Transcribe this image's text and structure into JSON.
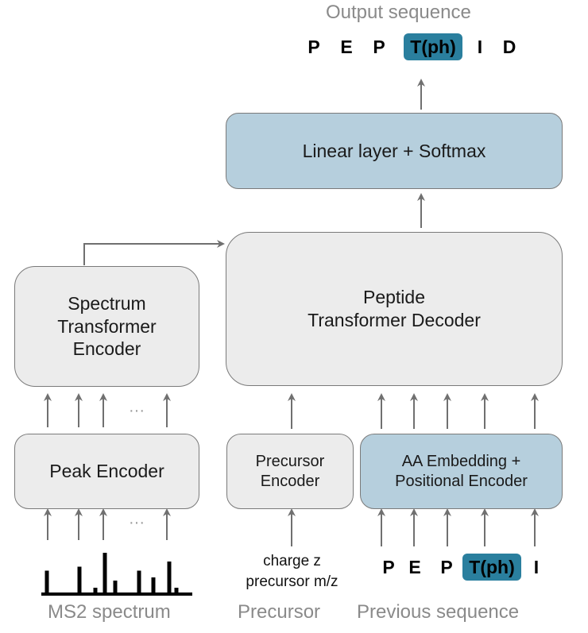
{
  "output": {
    "caption": "Output sequence",
    "tokens": [
      "P",
      "E",
      "P",
      "T(ph)",
      "I",
      "D"
    ],
    "highlighted_token_index": 3,
    "highlight_color": "#2a7f9e"
  },
  "blocks": {
    "linear_softmax": "Linear layer + Softmax",
    "decoder_line1": "Peptide",
    "decoder_line2": "Transformer Decoder",
    "spectrum_encoder_line1": "Spectrum",
    "spectrum_encoder_line2": "Transformer",
    "spectrum_encoder_line3": "Encoder",
    "peak_encoder": "Peak Encoder",
    "precursor_encoder_line1": "Precursor",
    "precursor_encoder_line2": "Encoder",
    "aa_embedding_line1": "AA Embedding +",
    "aa_embedding_line2": "Positional Encoder"
  },
  "inputs": {
    "ms2_caption": "MS2 spectrum",
    "ms2_peaks_relative_heights": [
      0.55,
      0.65,
      0.12,
      1.0,
      0.3,
      0.55,
      0.38,
      0.78,
      0.12
    ],
    "precursor_line1": "charge z",
    "precursor_line2": "precursor m/z",
    "precursor_caption": "Precursor",
    "previous_tokens": [
      "P",
      "E",
      "P",
      "T(ph)",
      "I"
    ],
    "previous_highlighted_index": 3,
    "previous_caption": "Previous sequence"
  },
  "ellipsis": "···",
  "colors": {
    "gray_block": "#ececec",
    "blue_block": "#b6cfdd",
    "arrow": "#707070",
    "caption": "#8a8a8a"
  }
}
